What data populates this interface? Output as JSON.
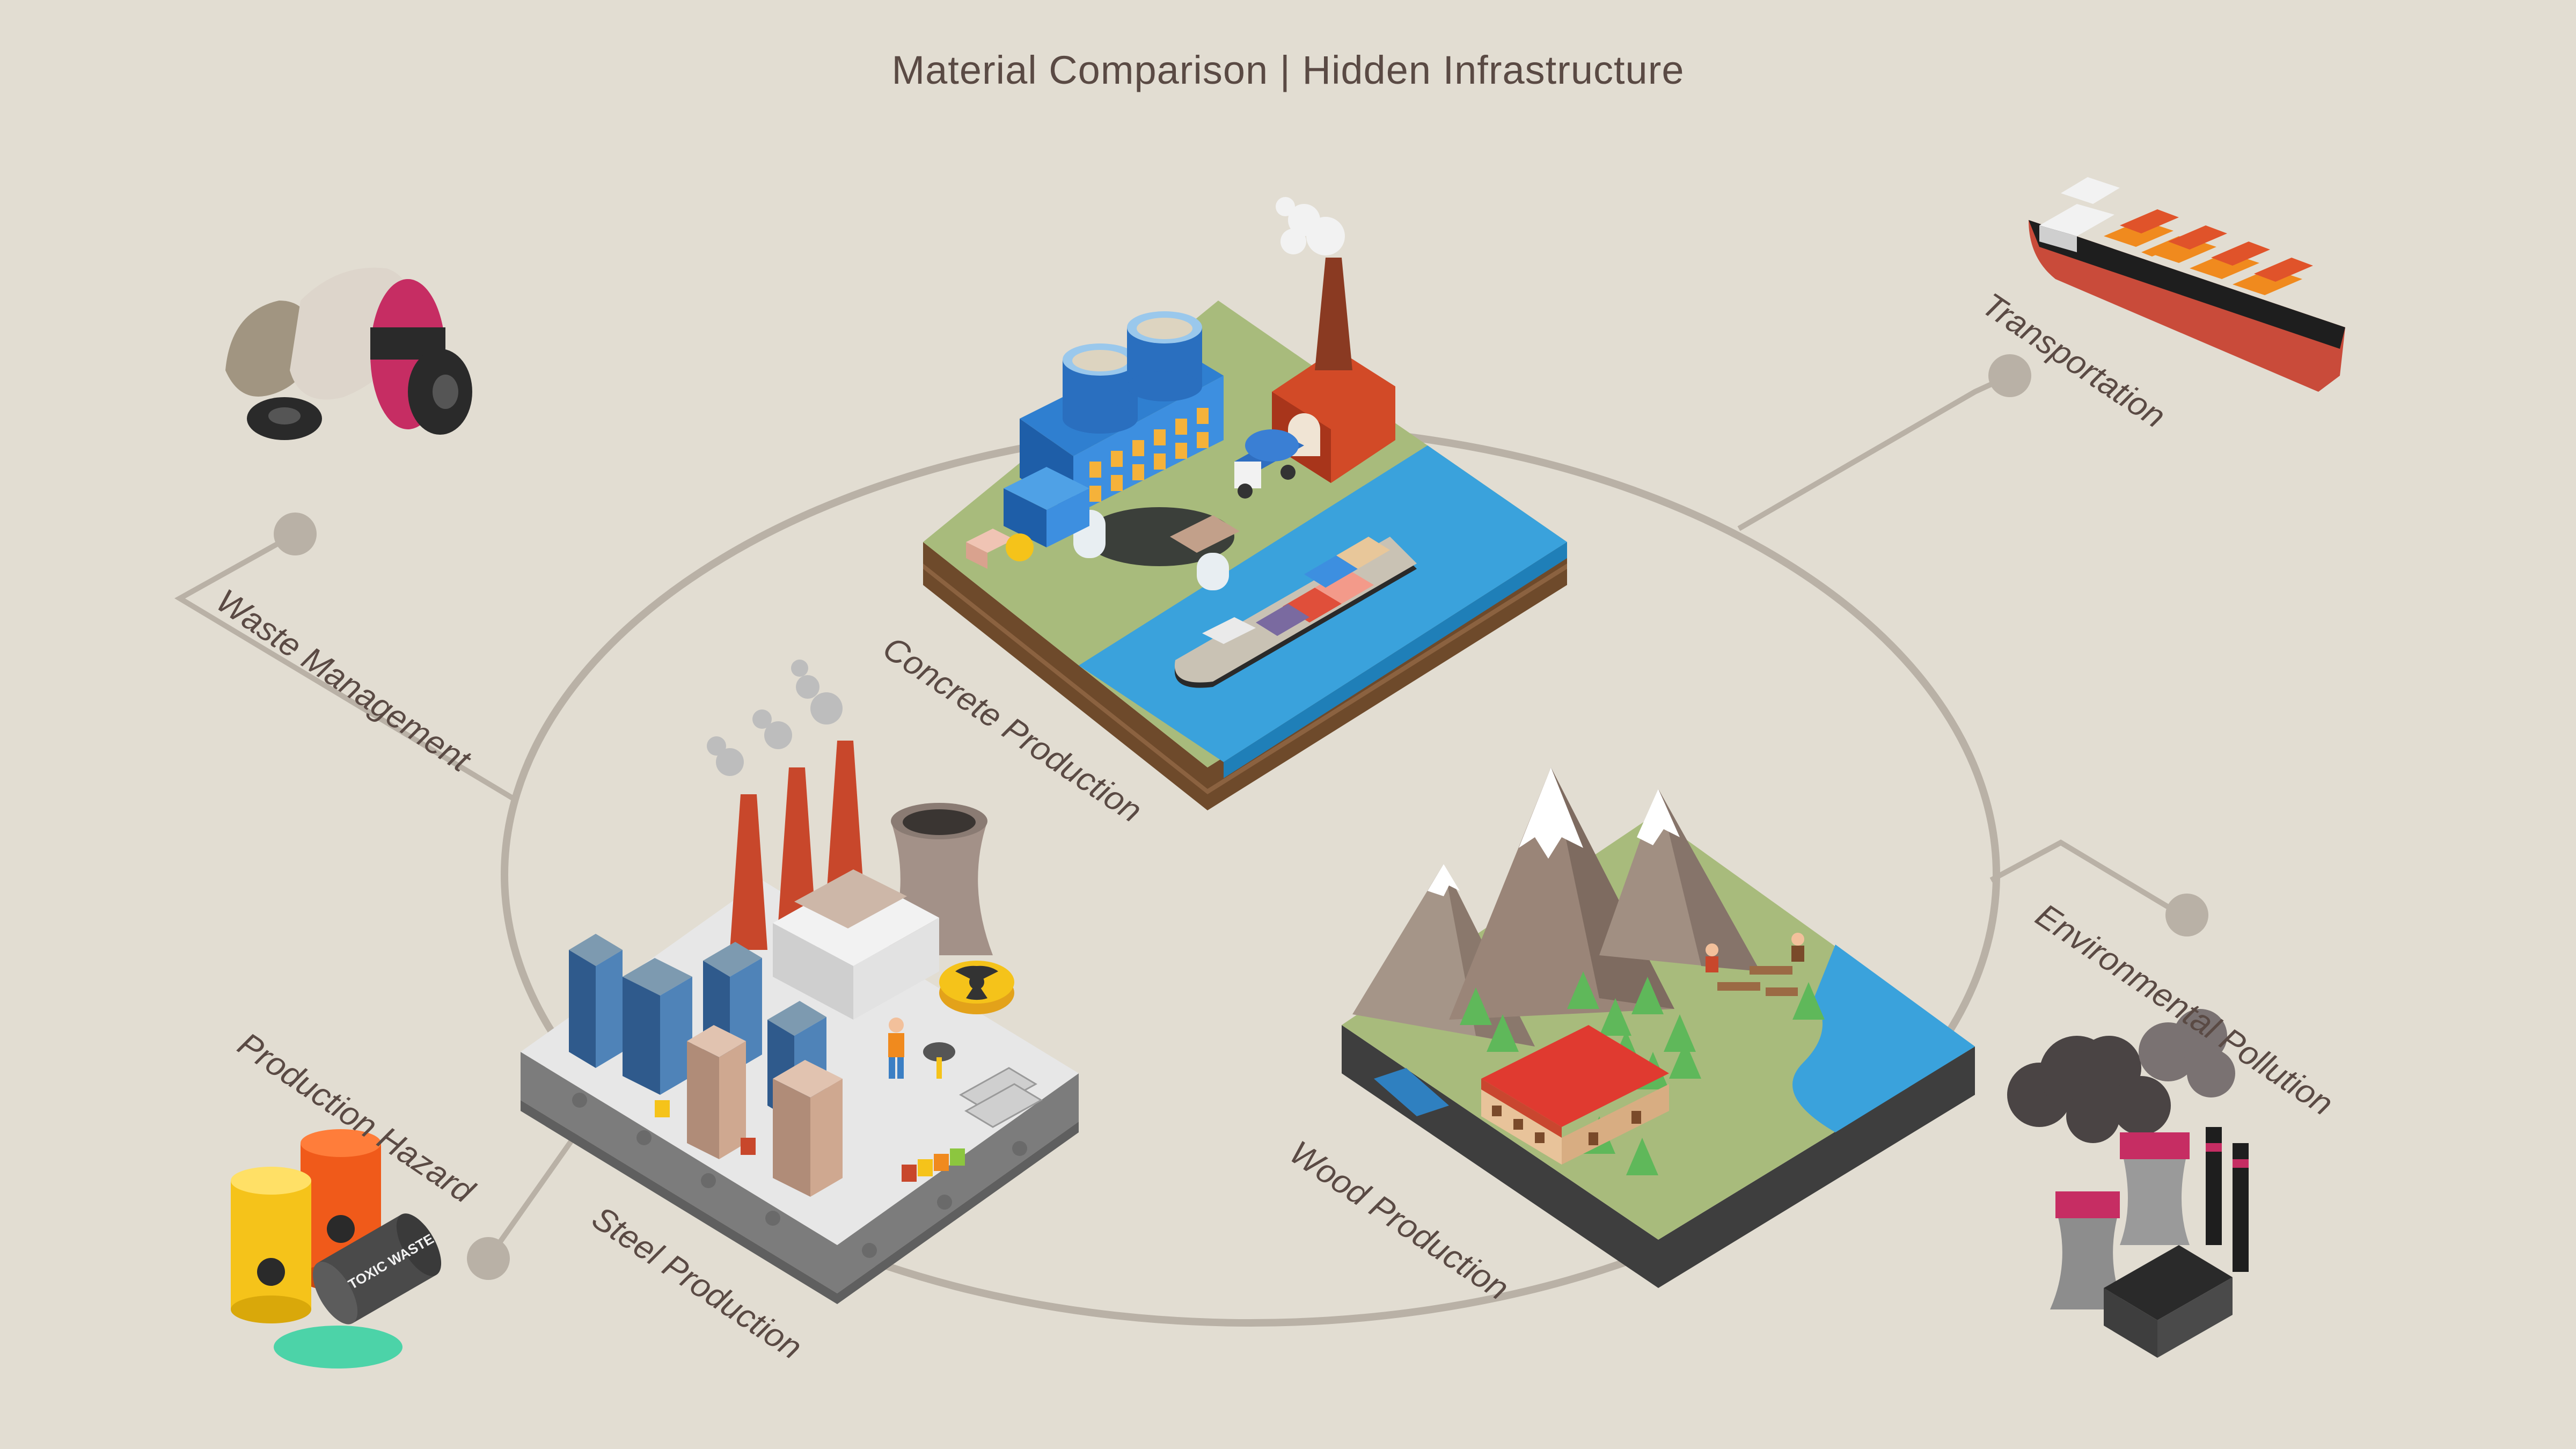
{
  "title": "Material Comparison | Hidden Infrastructure",
  "labels": {
    "concrete": "Concrete Production",
    "steel": "Steel Production",
    "wood": "Wood Production",
    "waste": "Waste Management",
    "transport": "Transportation",
    "pollution": "Environmental Pollution",
    "hazard": "Production Hazard"
  },
  "barrel_text": "TOXIC WASTE",
  "colors": {
    "background": "#e2ddd2",
    "ring": "#b9b1a6",
    "text": "#5a4a44",
    "grass": "#a8bb7c",
    "water": "#3aa2dc",
    "chimney_red": "#c8472b"
  }
}
